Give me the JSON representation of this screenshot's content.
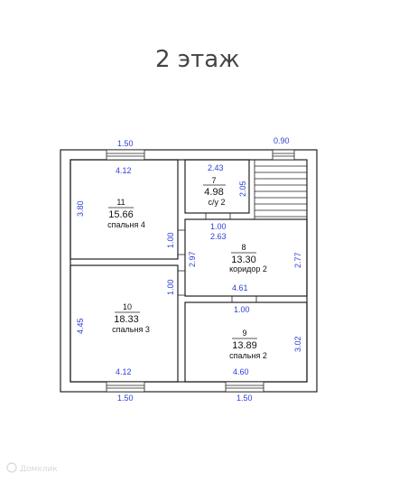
{
  "title": "2 этаж",
  "rooms": [
    {
      "num": "11",
      "area": "15.66",
      "name": "спальня 4"
    },
    {
      "num": "7",
      "area": "4.98",
      "name": "с/у 2"
    },
    {
      "num": "8",
      "area": "13.30",
      "name": "коридор 2"
    },
    {
      "num": "10",
      "area": "18.33",
      "name": "спальня 3"
    },
    {
      "num": "9",
      "area": "13.89",
      "name": "спальня 2"
    }
  ],
  "dims": {
    "win_top_left": "1.50",
    "win_top_right": "0.90",
    "r11_width": "4.12",
    "r11_height": "3.80",
    "r7_width": "2.43",
    "r7_height": "2.05",
    "r7_door": "1.00",
    "door_left_top": "1.00",
    "corr_height": "2.97",
    "door_left_bottom": "1.00",
    "corr_width_top": "2.63",
    "corr_right": "2.77",
    "corr_width_bottom": "4.61",
    "r9_door": "1.00",
    "r10_height": "4.45",
    "r10_width": "4.12",
    "r9_height": "3.02",
    "r9_width": "4.60",
    "win_bottom_left": "1.50",
    "win_bottom_right": "1.50"
  },
  "watermark": "Домклик"
}
